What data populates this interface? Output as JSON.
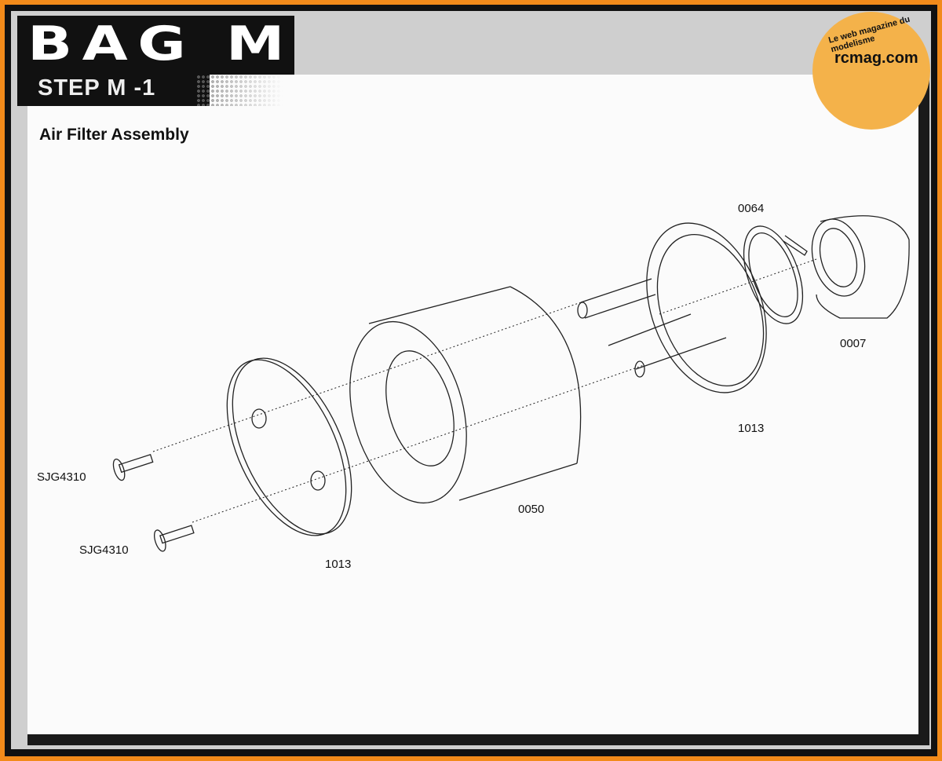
{
  "header": {
    "bag": "BAG M",
    "step": "STEP M -1"
  },
  "title": "Air Filter Assembly",
  "logo": {
    "site": "rcmag.com",
    "tagline": "Le web magazine du modelisme"
  },
  "parts": [
    {
      "id": "0064"
    },
    {
      "id": "0007"
    },
    {
      "id": "1013"
    },
    {
      "id": "0050"
    },
    {
      "id": "1013"
    },
    {
      "id": "SJG4310"
    },
    {
      "id": "SJG4310"
    }
  ],
  "colors": {
    "border": "#f28a1a",
    "logo": "#f4b24a"
  }
}
